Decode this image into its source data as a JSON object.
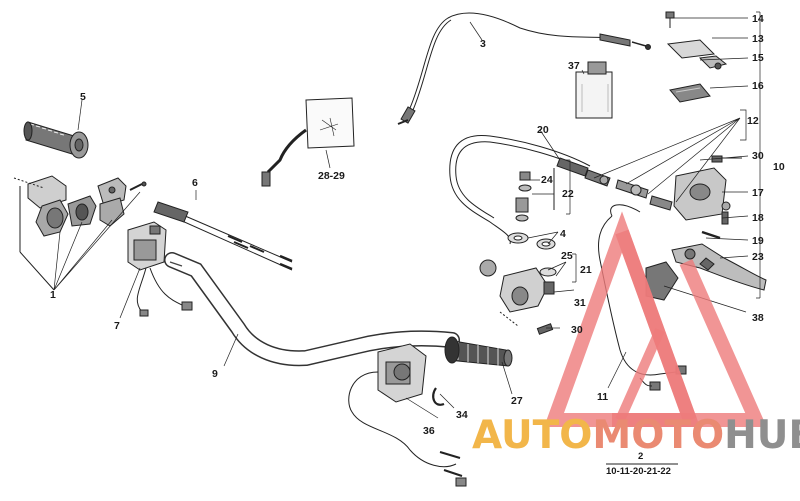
{
  "callouts": {
    "c1": "1",
    "c2": "2",
    "c3": "3",
    "c4": "4",
    "c5": "5",
    "c6": "6",
    "c7": "7",
    "c9": "9",
    "c10": "10",
    "c11": "11",
    "c12": "12",
    "c13": "13",
    "c14": "14",
    "c15": "15",
    "c16": "16",
    "c17": "17",
    "c18": "18",
    "c19": "19",
    "c20": "20",
    "c21": "21",
    "c22": "22",
    "c23": "23",
    "c24": "24",
    "c25": "25",
    "c27": "27",
    "c2829": "28-29",
    "c30a": "30",
    "c30b": "30",
    "c31": "31",
    "c34": "34",
    "c36": "36",
    "c37": "37",
    "c38": "38"
  },
  "footnote": "10-11-20-21-22",
  "watermark": {
    "part1": "AUTO",
    "part2": "MOTO",
    "part3": "HUB",
    "color_auto": "#f2b64a",
    "color_moto": "#ea8a72",
    "color_hub": "#8f8f8f",
    "triangle_color": "#ee7b7b"
  }
}
